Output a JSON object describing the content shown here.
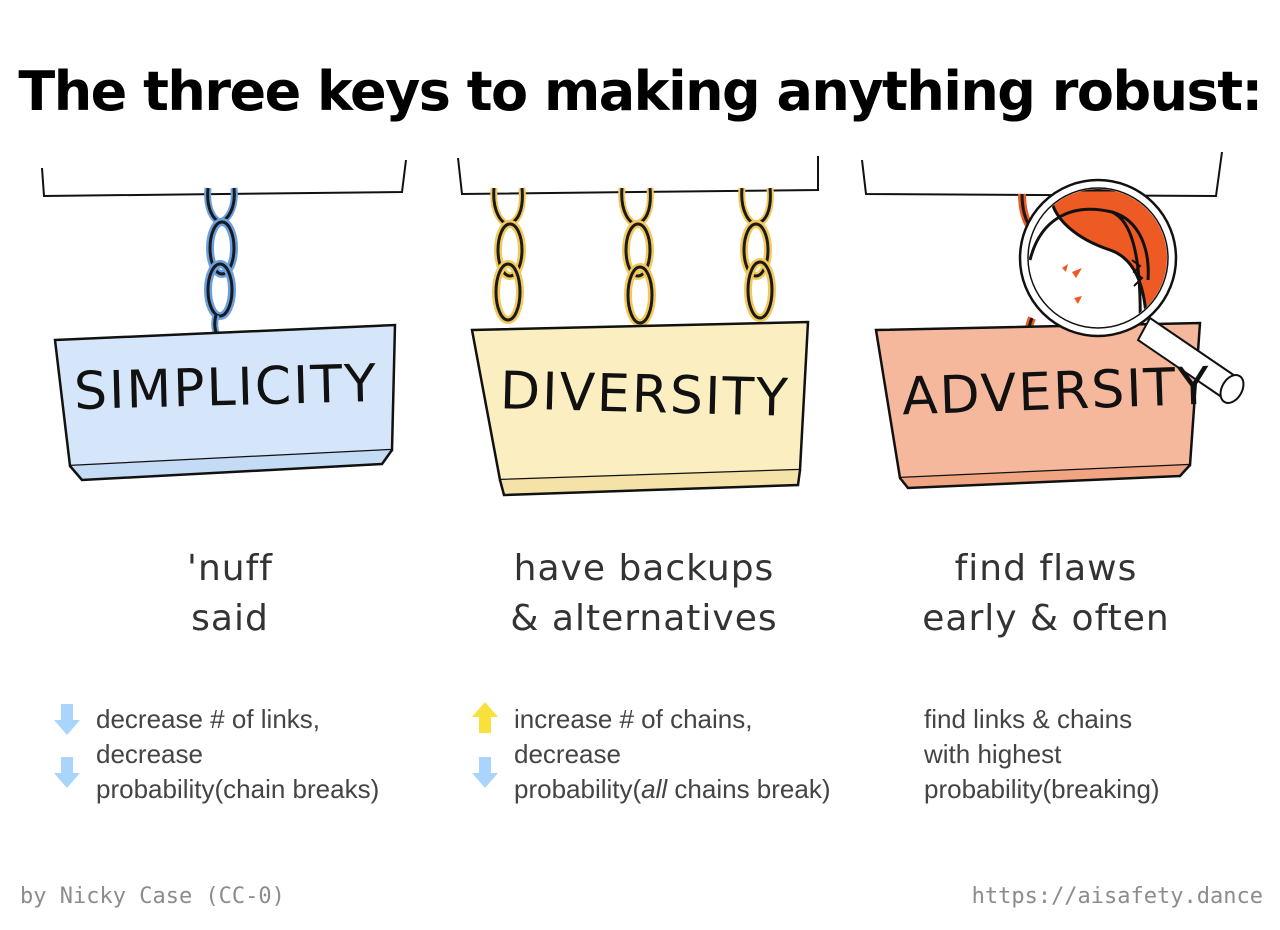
{
  "title": "The three keys to making anything robust:",
  "colors": {
    "simplicity_fill": "#d6e6fa",
    "simplicity_chain": "#6a9fe0",
    "diversity_fill": "#fbeec0",
    "diversity_chain": "#f2c95a",
    "adversity_fill": "#f6b89c",
    "adversity_chain": "#ee5a24",
    "arrow_down": "#a9d4fb",
    "arrow_up": "#f7e13a",
    "tagline_text": "#333333",
    "notes_text": "#444444",
    "footer_text": "#8c8c8c"
  },
  "panels": [
    {
      "id": "simplicity",
      "sign_label": "SIMPLICITY",
      "chains": 1,
      "tagline": [
        "'nuff",
        "said"
      ],
      "notes": [
        {
          "icon": "arrow-down-icon",
          "text": "decrease # of links,"
        },
        {
          "icon": "arrow-down-icon",
          "text": "decrease"
        },
        {
          "icon": null,
          "text": "probability(chain breaks)"
        }
      ]
    },
    {
      "id": "diversity",
      "sign_label": "DIVERSITY",
      "chains": 3,
      "tagline": [
        "have backups",
        "& alternatives"
      ],
      "notes": [
        {
          "icon": "arrow-up-icon",
          "text": "increase # of chains,"
        },
        {
          "icon": "arrow-down-icon",
          "text": "decrease"
        },
        {
          "icon": null,
          "text_prefix": "probability(",
          "text_italic": "all",
          "text_suffix": " chains break)"
        }
      ]
    },
    {
      "id": "adversity",
      "sign_label": "ADVERSITY",
      "chains": 1,
      "magnifier": true,
      "tagline": [
        "find flaws",
        "early & often"
      ],
      "notes": [
        {
          "icon": null,
          "text": "find links & chains"
        },
        {
          "icon": null,
          "text": "with highest"
        },
        {
          "icon": null,
          "text": "probability(breaking)"
        }
      ]
    }
  ],
  "footer": {
    "credit": "by Nicky Case (CC-0)",
    "url": "https://aisafety.dance"
  }
}
